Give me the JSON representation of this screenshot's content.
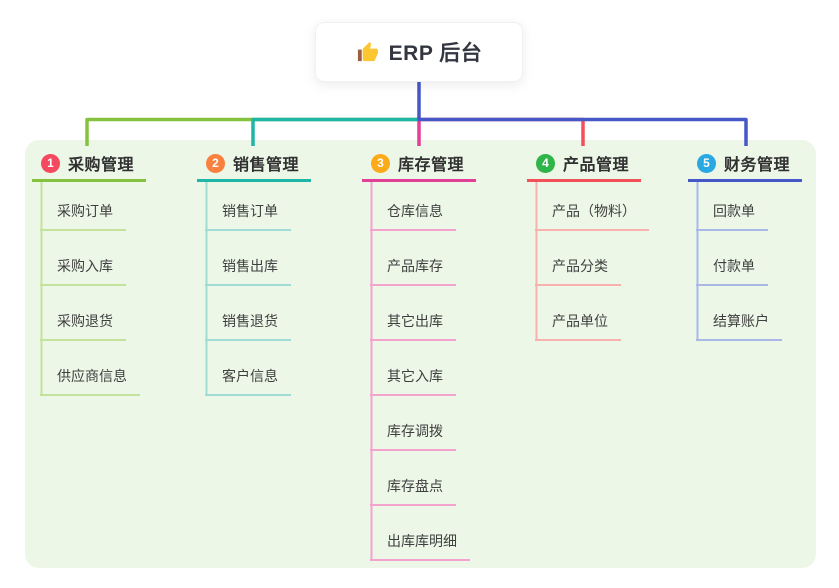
{
  "root": {
    "title": "ERP 后台",
    "icon": "thumbs-up-icon",
    "icon_colors": {
      "hand": "#fbc62f",
      "cuff": "#9c5d41"
    }
  },
  "panel": {
    "bg": "#ecf7e8"
  },
  "branches": [
    {
      "badge": "1",
      "badge_color": "#f4495f",
      "color": "#85c23d",
      "light": "#c3e29b",
      "label": "采购管理",
      "children": [
        "采购订单",
        "采购入库",
        "采购退货",
        "供应商信息"
      ]
    },
    {
      "badge": "2",
      "badge_color": "#f9813f",
      "color": "#1fb5a7",
      "light": "#9edcd4",
      "label": "销售管理",
      "children": [
        "销售订单",
        "销售出库",
        "销售退货",
        "客户信息"
      ]
    },
    {
      "badge": "3",
      "badge_color": "#fbab1a",
      "color": "#e23f97",
      "light": "#f4a3cf",
      "label": "库存管理",
      "children": [
        "仓库信息",
        "产品库存",
        "其它出库",
        "其它入库",
        "库存调拨",
        "库存盘点",
        "出库库明细"
      ]
    },
    {
      "badge": "4",
      "badge_color": "#2fb44a",
      "color": "#f2515a",
      "light": "#f8b2ae",
      "label": "产品管理",
      "children": [
        "产品（物料）",
        "产品分类",
        "产品单位"
      ]
    },
    {
      "badge": "5",
      "badge_color": "#28a9e2",
      "color": "#4658c8",
      "light": "#a9b8e6",
      "label": "财务管理",
      "children": [
        "回款单",
        "付款单",
        "结算账户"
      ]
    }
  ]
}
